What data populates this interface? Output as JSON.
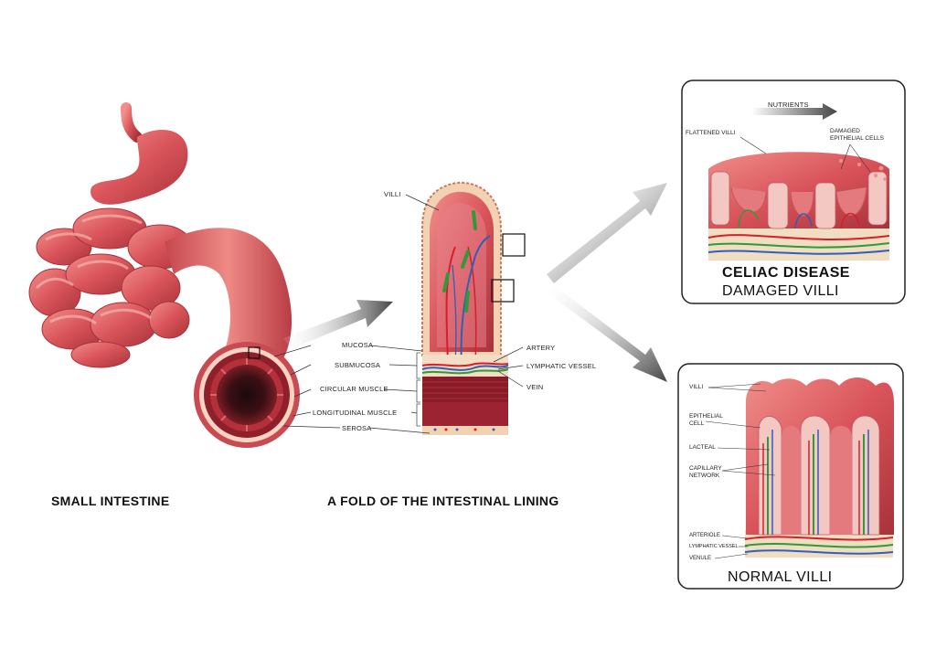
{
  "titles": {
    "small_intestine": "SMALL INTESTINE",
    "fold": "A FOLD OF THE INTESTINAL LINING"
  },
  "fold_labels": {
    "villi": "VILLI",
    "mucosa": "MUCOSA",
    "submucosa": "SUBMUCOSA",
    "circular_muscle": "CIRCULAR MUSCLE",
    "longitudinal_muscle": "LONGITUDINAL MUSCLE",
    "serosa": "SEROSA",
    "artery": "ARTERY",
    "lymphatic_vessel": "LYMPHATIC VESSEL",
    "vein": "VEIN"
  },
  "celiac_panel": {
    "nutrients": "NUTRIENTS",
    "flattened_villi": "FLATTENED VILLI",
    "damaged_cells_1": "DAMAGED",
    "damaged_cells_2": "EPITHELIAL CELLS",
    "title_line1": "CELIAC DISEASE",
    "title_line2": "DAMAGED VILLI"
  },
  "normal_panel": {
    "villi": "VILLI",
    "epithelial_1": "EPITHELIAL",
    "epithelial_2": "CELL",
    "lacteal": "LACTEAL",
    "capillary_1": "CAPILLARY",
    "capillary_2": "NETWORK",
    "arteriole": "ARTERIOLE",
    "lymphatic_vessel": "LYMPHATIC VESSEL",
    "venule": "VENULE",
    "title": "NORMAL VILLI"
  },
  "colors": {
    "tissue": "#d9545a",
    "tissue_dark": "#a8323a",
    "tissue_light": "#f4a3a0",
    "fat": "#f3dcc0",
    "artery": "#d61f2a",
    "vein": "#2f5fb8",
    "lymph": "#2e9a3a",
    "arrow": "#555555"
  }
}
